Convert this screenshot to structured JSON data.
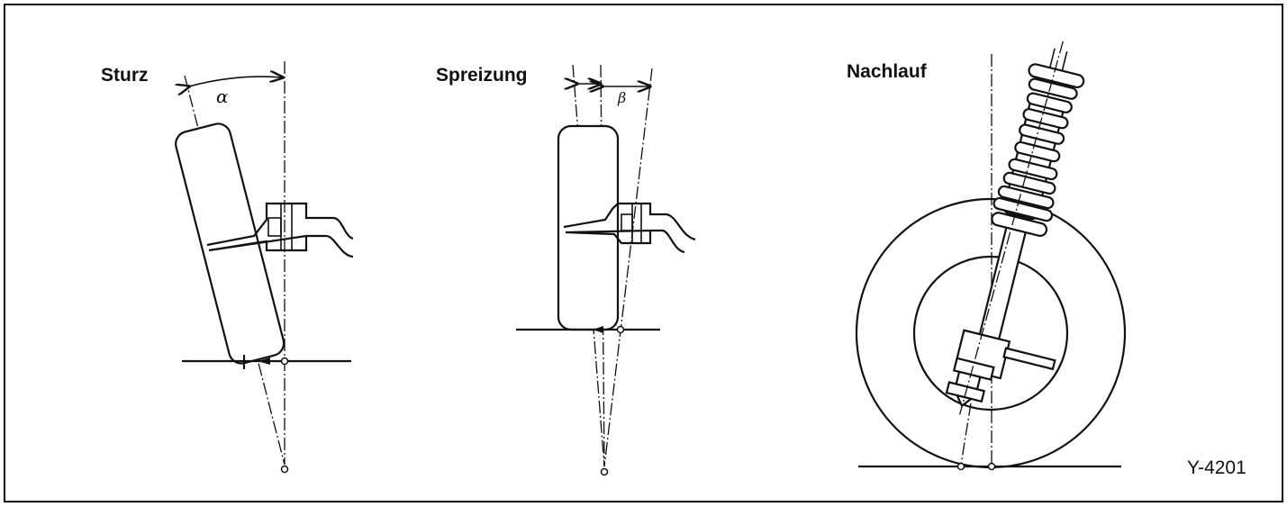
{
  "figure": {
    "code": "Y-4201",
    "panels": [
      {
        "title": "Sturz",
        "angle_symbol": "α"
      },
      {
        "title": "Spreizung",
        "angle_symbol": "β"
      },
      {
        "title": "Nachlauf"
      }
    ]
  }
}
